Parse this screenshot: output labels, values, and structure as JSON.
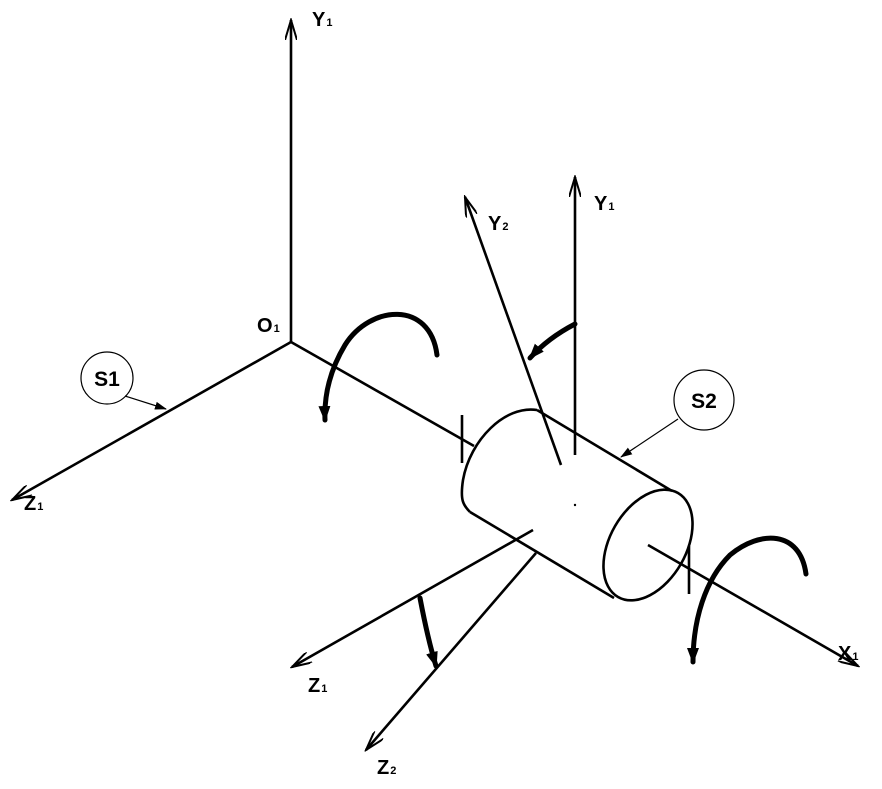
{
  "labels": {
    "y1_top": {
      "main": "Y",
      "sub": "1"
    },
    "origin": {
      "main": "O",
      "sub": "1"
    },
    "z1_left": {
      "main": "Z",
      "sub": "1"
    },
    "y1_right": {
      "main": "Y",
      "sub": "1"
    },
    "y2": {
      "main": "Y",
      "sub": "2"
    },
    "x1": {
      "main": "X",
      "sub": "1"
    },
    "z1_bottom": {
      "main": "Z",
      "sub": "1"
    },
    "z2": {
      "main": "Z",
      "sub": "2"
    }
  },
  "callouts": {
    "s1": "S1",
    "s2": "S2"
  },
  "colors": {
    "line": "#000000",
    "background": "#ffffff"
  }
}
